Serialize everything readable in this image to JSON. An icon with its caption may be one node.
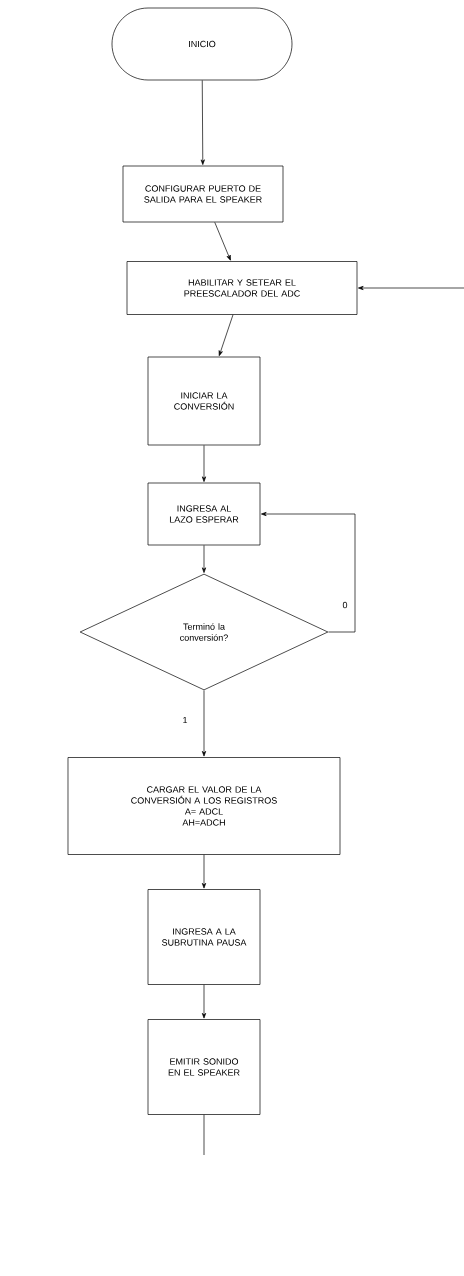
{
  "diagram": {
    "nodes": [
      {
        "text": [
          "INICIO"
        ]
      },
      {
        "text": [
          "CONFIGURAR PUERTO DE SALIDA PARA EL SPEAKER"
        ]
      },
      {
        "text": [
          "HABILITAR Y SETEAR EL PREESCALADOR DEL ADC"
        ]
      },
      {
        "text": [
          "INICIAR LA CONVERSIÓN"
        ]
      },
      {
        "text": [
          "INGRESA AL LAZO ESPERAR"
        ]
      },
      {
        "text": [
          "Terminó la conversión?"
        ]
      },
      {
        "text": [
          "CARGAR EL VALOR DE LA CONVERSIÓN A LOS REGISTROS",
          "A= ADCL",
          "AH=ADCH"
        ]
      },
      {
        "text": [
          "INGRESA A LA SUBRUTINA PAUSA"
        ]
      },
      {
        "text": [
          "EMITIR SONIDO EN EL SPEAKER"
        ]
      }
    ],
    "edges": [
      {
        "from": 0,
        "to": 1,
        "arrow": "to"
      },
      {
        "from": 1,
        "to": 2,
        "arrow": "to"
      },
      {
        "from": null,
        "to": 2,
        "arrow": "to"
      },
      {
        "from": 2,
        "to": 3,
        "arrow": "to"
      },
      {
        "from": 3,
        "to": 4,
        "arrow": "to"
      },
      {
        "from": 4,
        "to": 5,
        "arrow": "to"
      },
      {
        "from": 5,
        "to": 4,
        "arrow": "to",
        "label": "0"
      },
      {
        "from": 5,
        "to": 6,
        "arrow": "to",
        "label": "1"
      },
      {
        "from": 6,
        "to": 7,
        "arrow": "to"
      },
      {
        "from": 7,
        "to": 8,
        "arrow": "to"
      },
      {
        "from": 8,
        "to": null,
        "arrow": "none"
      }
    ]
  }
}
